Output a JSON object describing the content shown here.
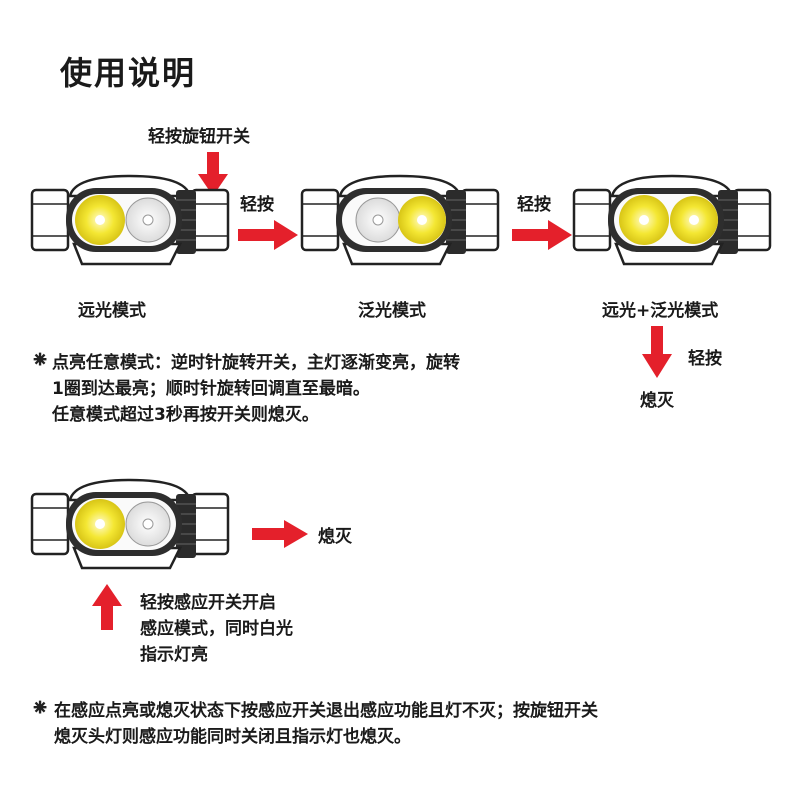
{
  "title": "使用说明",
  "step1": {
    "press_knob_label": "轻按旋钮开关",
    "press_label_1": "轻按",
    "press_label_2": "轻按",
    "press_label_3": "轻按",
    "mode_far": "远光模式",
    "mode_flood": "泛光模式",
    "mode_both": "远光+泛光模式",
    "off_label": "熄灭"
  },
  "note1": {
    "marker": "⁕",
    "line1": "点亮任意模式：逆时针旋转开关，主灯逐渐变亮，旋转",
    "line2": "1圈到达最亮；顺时针旋转回调直至最暗。",
    "line3": "任意模式超过3秒再按开关则熄灭。"
  },
  "step2": {
    "off_label": "熄灭",
    "sensor_line1": "轻按感应开关开启",
    "sensor_line2": "感应模式，同时白光",
    "sensor_line3": "指示灯亮"
  },
  "note2": {
    "marker": "⁕",
    "line1": "在感应点亮或熄灭状态下按感应开关退出感应功能且灯不灭；按旋钮开关",
    "line2": "熄灭头灯则感应功能同时关闭且指示灯也熄灭。"
  },
  "colors": {
    "arrow": "#e4202b",
    "lit": "#f2e52a",
    "body": "#333333"
  }
}
